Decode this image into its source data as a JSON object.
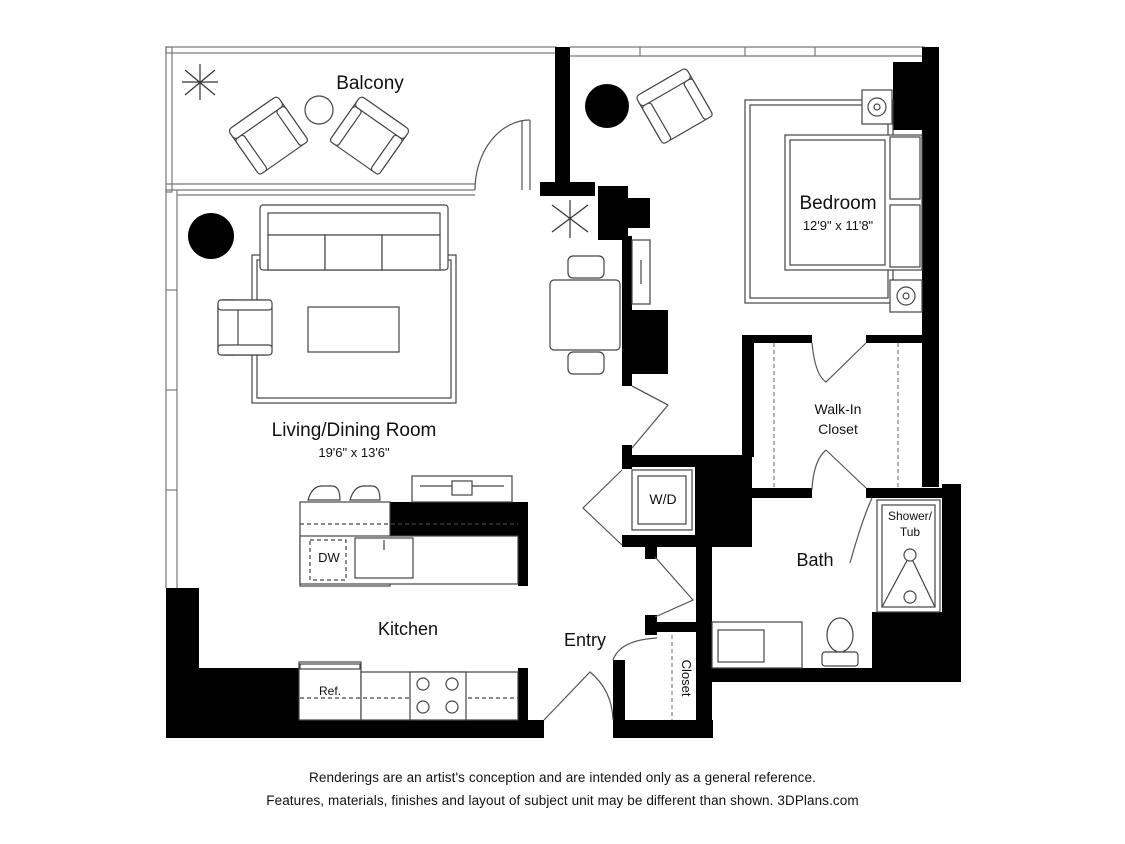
{
  "rooms": {
    "balcony": "Balcony",
    "bedroom": "Bedroom",
    "bedroom_dims": "12'9\" x 11'8\"",
    "living": "Living/Dining Room",
    "living_dims": "19'6\" x 13'6\"",
    "walkin_line1": "Walk-In",
    "walkin_line2": "Closet",
    "wd": "W/D",
    "bath": "Bath",
    "shower_line1": "Shower/",
    "shower_line2": "Tub",
    "dw": "DW",
    "kitchen": "Kitchen",
    "entry": "Entry",
    "closet": "Closet",
    "ref": "Ref."
  },
  "disclaimer": {
    "line1": "Renderings are an artist's conception and are intended only as a general reference.",
    "line2": "Features, materials, finishes and layout of subject unit may be different than shown. 3DPlans.com"
  },
  "colors": {
    "wall": "#000000",
    "line": "#555555",
    "fixture_fill": "#ffffff"
  }
}
